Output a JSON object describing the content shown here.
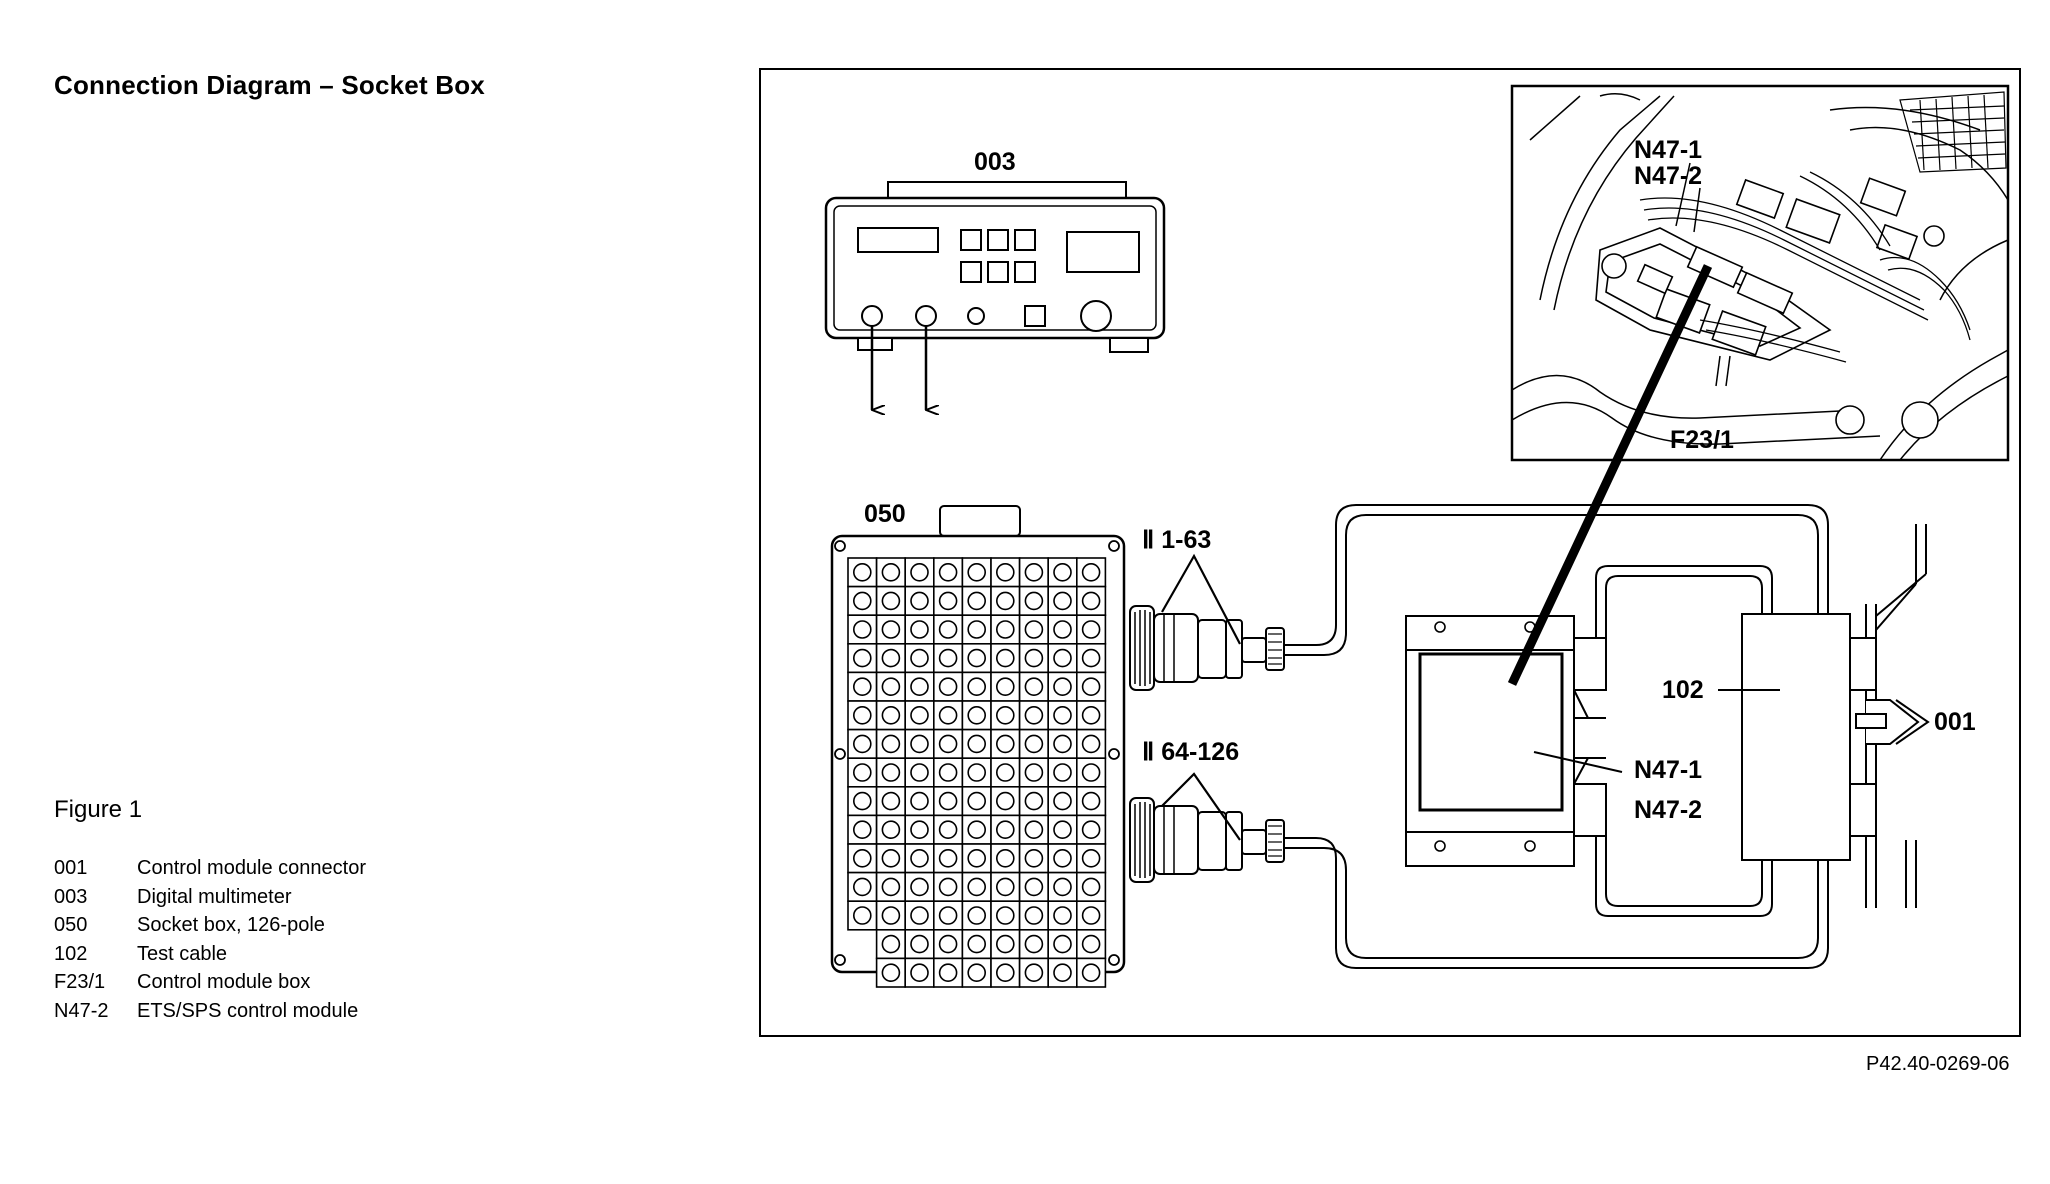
{
  "title": "Connection Diagram – Socket Box",
  "figure_caption": "Figure 1",
  "legend": [
    {
      "code": "001",
      "description": "Control module connector"
    },
    {
      "code": "003",
      "description": "Digital multimeter"
    },
    {
      "code": "050",
      "description": "Socket box, 126-pole"
    },
    {
      "code": "102",
      "description": "Test cable"
    },
    {
      "code": "F23/1",
      "description": "Control module box"
    },
    {
      "code": "N47-2",
      "description": "ETS/SPS control module"
    }
  ],
  "diagram_labels": {
    "multimeter": "003",
    "socket_box": "050",
    "connector_upper": "Ⅱ 1-63",
    "connector_lower": "Ⅱ 64-126",
    "test_cable": "102",
    "control_module_connector": "001",
    "module_n47_1": "N47-1",
    "module_n47_2": "N47-2",
    "inset_n47_1": "N47-1",
    "inset_n47_2": "N47-2",
    "inset_f23": "F23/1"
  },
  "figure_number": "P42.40-0269-06"
}
